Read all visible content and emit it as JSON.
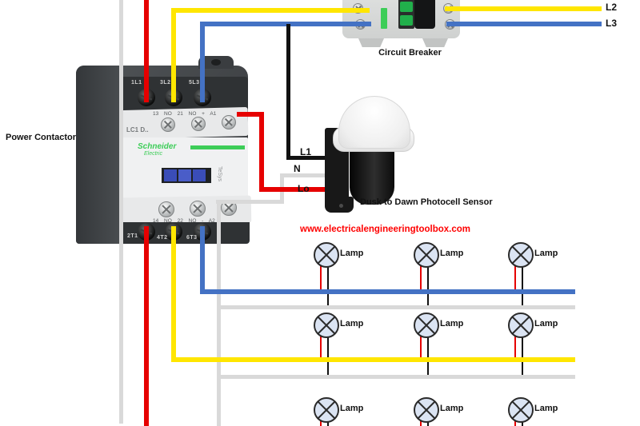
{
  "diagram": {
    "watermark": "www.electricalengineeringtoolbox.com",
    "colors": {
      "line_red": "#e60000",
      "line_yellow": "#ffe600",
      "line_blue": "#4472c4",
      "neutral_gray": "#d9d9d9",
      "black": "#111111",
      "lamp_fill": "#dbe4f3",
      "brand_green": "#3dcd58",
      "watermark_red": "#ff0000"
    }
  },
  "supply": {
    "l2": "L2",
    "l3": "L3"
  },
  "breaker": {
    "label": "Circuit Breaker"
  },
  "contactor": {
    "label": "Power Contactor",
    "model": "LC1 D..",
    "brand_top": "Schneider",
    "brand_bottom": "Electric",
    "series": "TeSys",
    "top_terminals": [
      "1L1",
      "3L2",
      "5L3"
    ],
    "aux_top": "13 NO 21 NO + A1",
    "aux_bottom": "14 NO 22 NO - A2",
    "bottom_terminals": [
      "2T1",
      "4T2",
      "6T3"
    ]
  },
  "photocell": {
    "label": "Dusk to Dawn Photocell Sensor",
    "terminals": {
      "l1": "L1",
      "n": "N",
      "lo": "Lo"
    }
  },
  "lamps": {
    "label": "Lamp",
    "rows": 3,
    "cols": 3
  }
}
